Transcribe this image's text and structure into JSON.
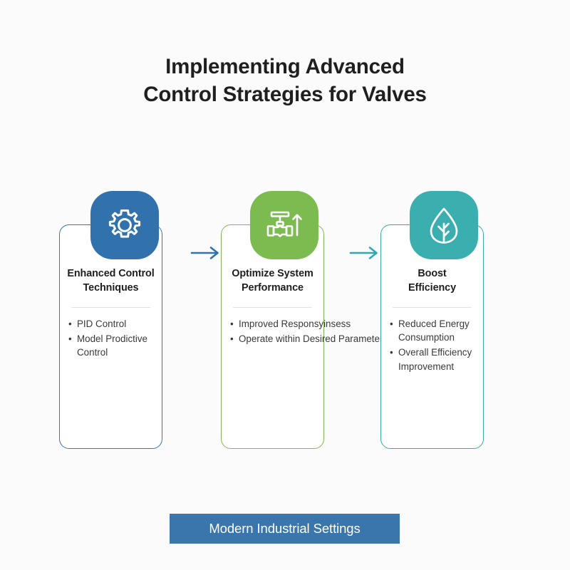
{
  "title": {
    "line1": "Implementing Advanced",
    "line2": "Control Strategies for Valves"
  },
  "colors": {
    "background": "#fbfbfb",
    "step1": "#3172ad",
    "step2": "#7cbb4f",
    "step3": "#3bafb0",
    "arrow1": "#3172ad",
    "arrow2": "#2fa8b5",
    "footer_bg": "#3a75ab",
    "title_text": "#1f1f1f",
    "body_text": "#39393b",
    "divider": "#e2e2e2"
  },
  "steps": [
    {
      "icon": "gear-icon",
      "accent": "#3172ad",
      "title_line1": "Enhanced Control",
      "title_line2": "Techniques",
      "bullets": [
        "PID Control",
        "Model Prodictive Control"
      ]
    },
    {
      "icon": "valve-icon",
      "accent": "#7cbb4f",
      "title_line1": "Optimize System",
      "title_line2": "Performance",
      "bullets": [
        "Improved Responsyinsess",
        "Operate within Desired Parameters"
      ]
    },
    {
      "icon": "leaf-icon",
      "accent": "#3bafb0",
      "title_line1": "Boost",
      "title_line2": "Efficiency",
      "bullets": [
        "Reduced Energy Consumption",
        "Overall Efficiency Improvement"
      ]
    }
  ],
  "arrows": [
    {
      "name": "arrow-step1-to-step2",
      "color": "#3172ad"
    },
    {
      "name": "arrow-step2-to-step3",
      "color": "#2fa8b5"
    }
  ],
  "footer": {
    "label": "Modern Industrial Settings"
  }
}
